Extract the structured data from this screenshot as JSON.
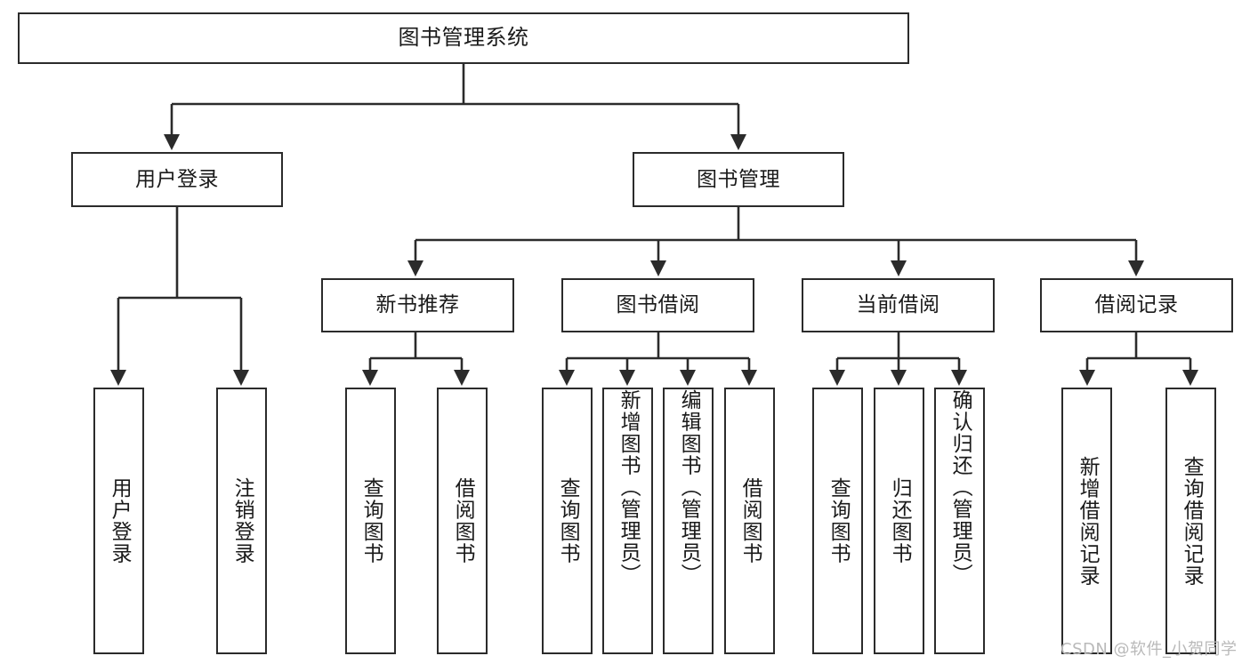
{
  "diagram": {
    "type": "hierarchy-tree",
    "title": "图书管理系统",
    "watermark": "CSDN @软件_小贺同学",
    "colors": {
      "border": "#2b2b2b",
      "background": "#ffffff",
      "text": "#1a1a1a",
      "watermark": "#b9b9b9"
    },
    "root": {
      "label": "图书管理系统"
    },
    "level2": [
      {
        "label": "用户登录"
      },
      {
        "label": "图书管理"
      }
    ],
    "level3": [
      {
        "label": "新书推荐"
      },
      {
        "label": "图书借阅"
      },
      {
        "label": "当前借阅"
      },
      {
        "label": "借阅记录"
      }
    ],
    "leaves": {
      "user_login": [
        {
          "label": "用户登录"
        },
        {
          "label": "注销登录"
        }
      ],
      "new_book_recommend": [
        {
          "label": "查询图书"
        },
        {
          "label": "借阅图书"
        }
      ],
      "book_borrow": [
        {
          "label": "查询图书"
        },
        {
          "label": "新增图书（管理员）"
        },
        {
          "label": "编辑图书（管理员）"
        },
        {
          "label": "借阅图书"
        }
      ],
      "current_borrow": [
        {
          "label": "查询图书"
        },
        {
          "label": "归还图书"
        },
        {
          "label": "确认归还（管理员）"
        }
      ],
      "borrow_record": [
        {
          "label": "新增借阅记录"
        },
        {
          "label": "查询借阅记录"
        }
      ]
    }
  }
}
